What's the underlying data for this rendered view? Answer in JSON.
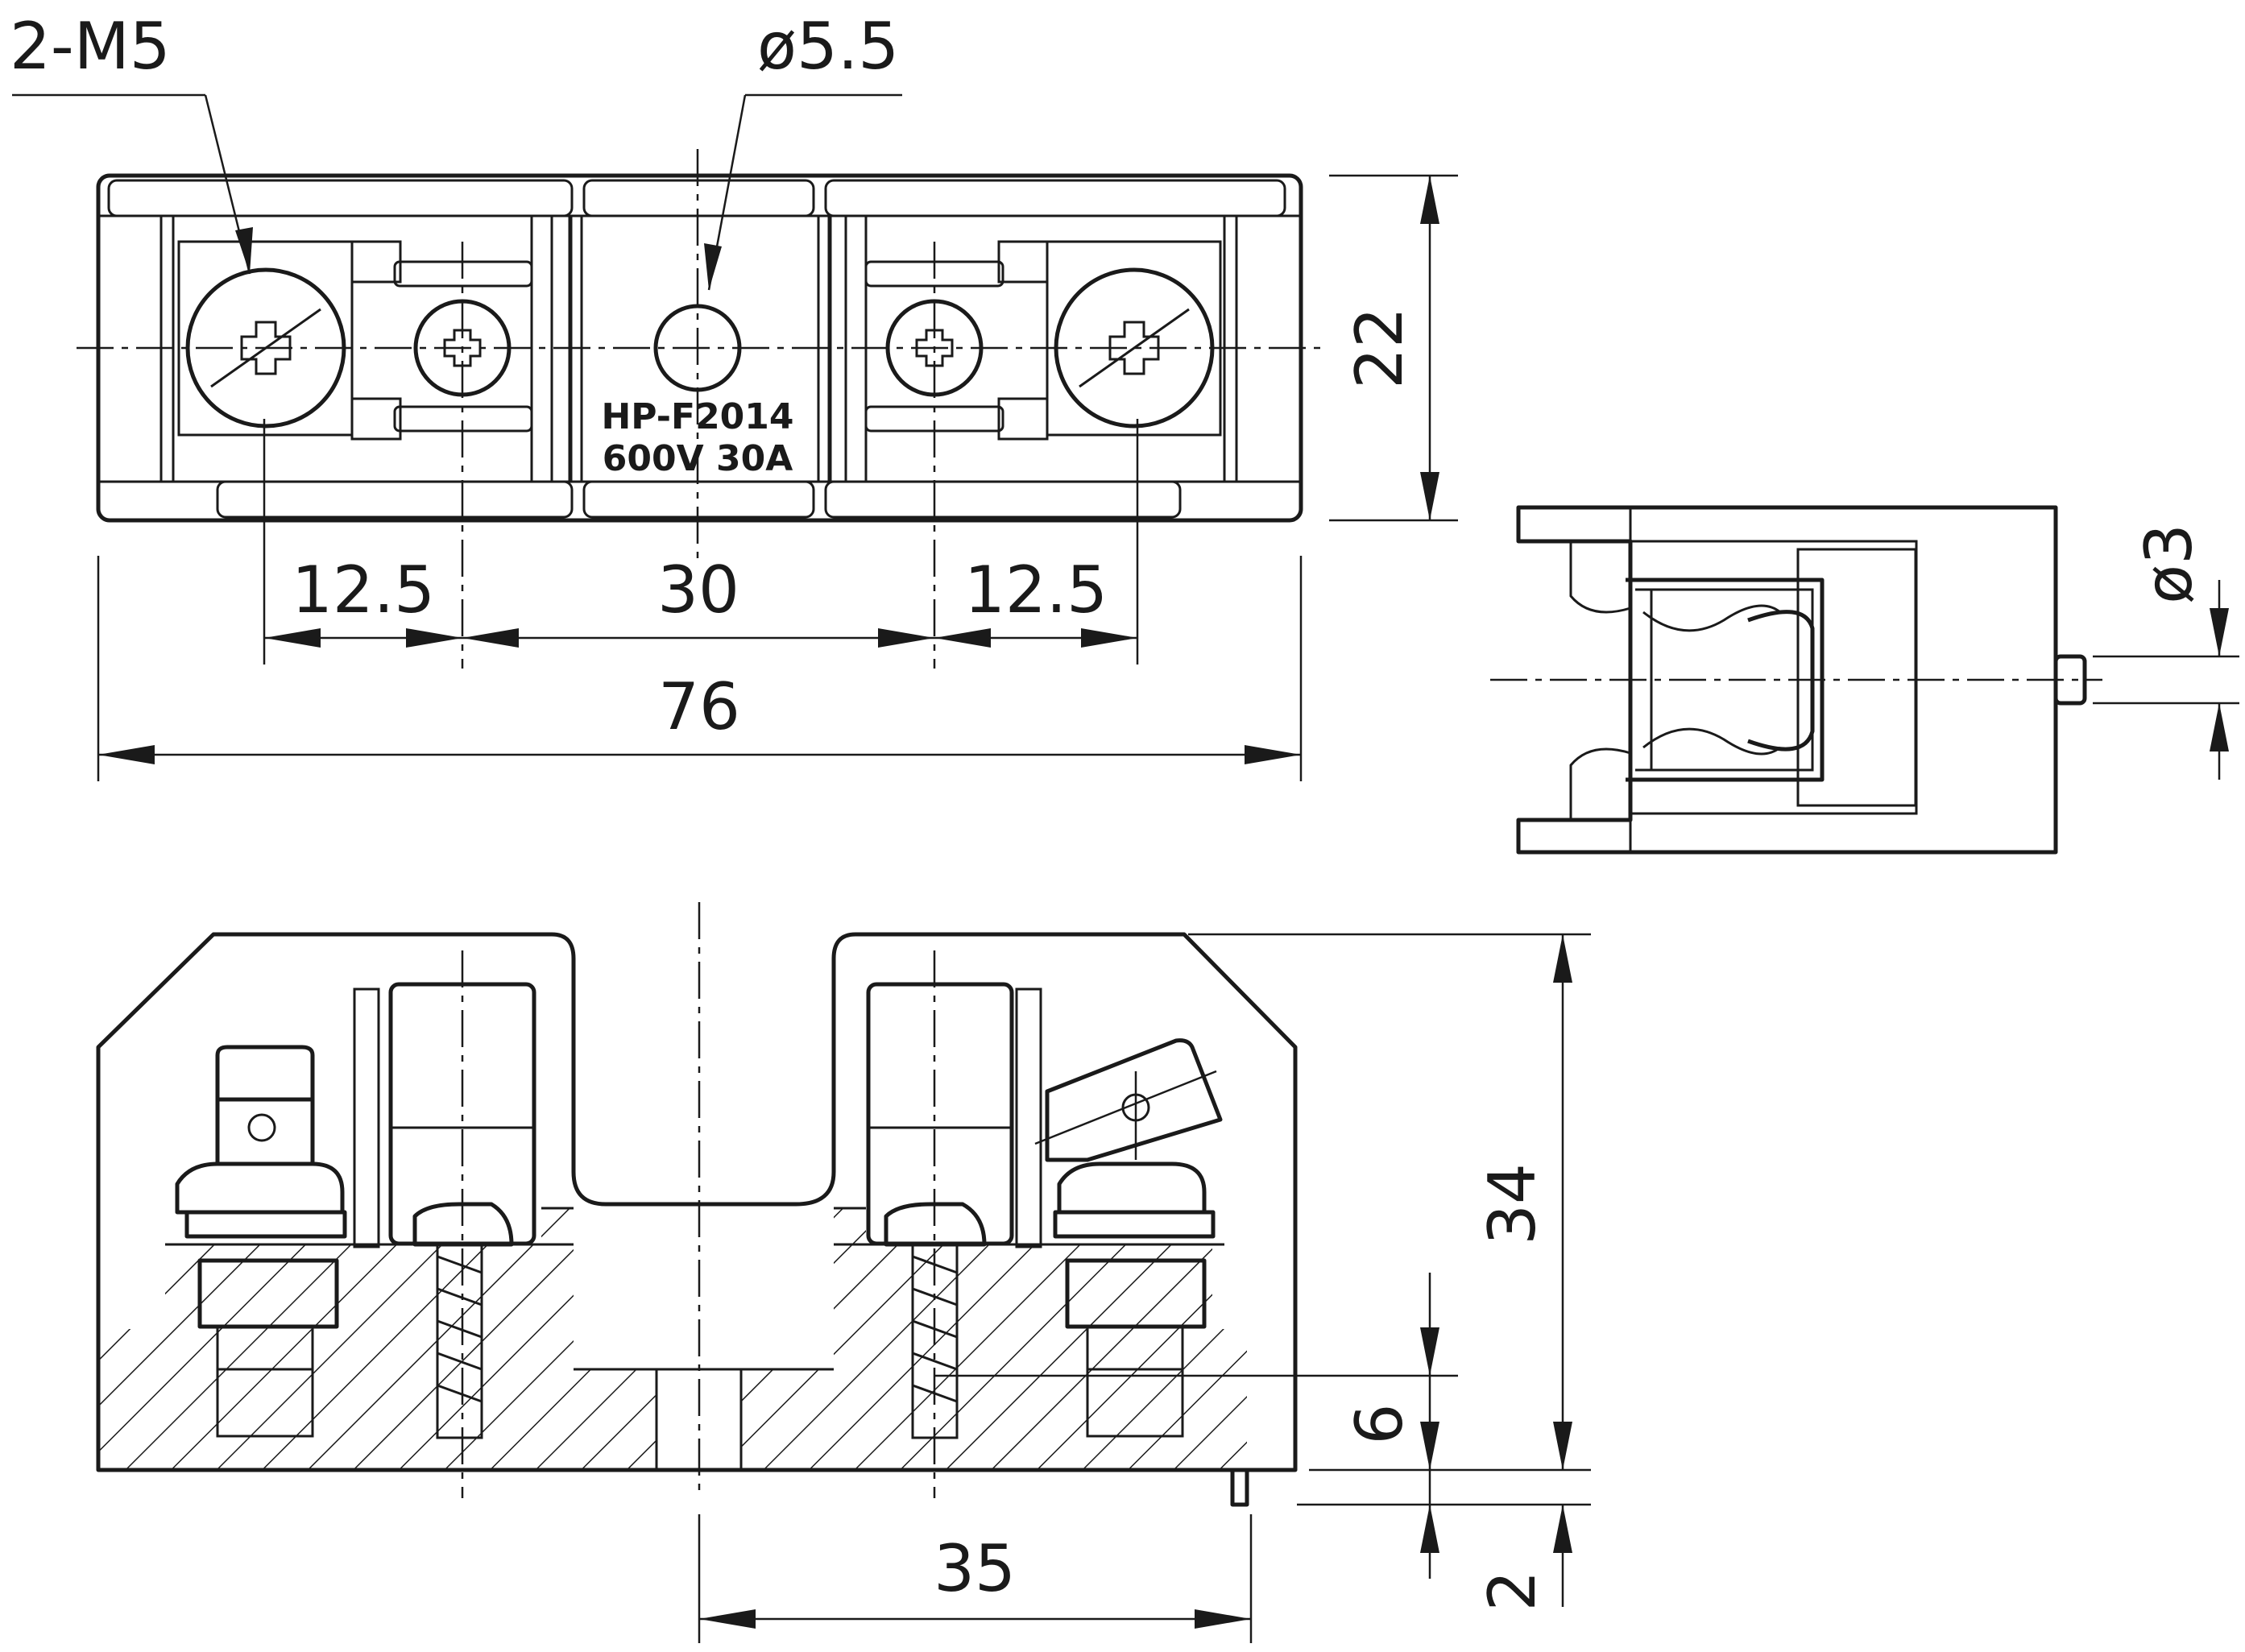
{
  "annotations": {
    "thread_callout": "2-M5",
    "hole_diameter": "ø5.5",
    "pin_diameter": "ø3"
  },
  "marking": {
    "model": "HP-F2014",
    "rating": "600V 30A"
  },
  "dimensions": {
    "top_height": "22",
    "left_pitch": "12.5",
    "center_pitch": "30",
    "right_pitch": "12.5",
    "overall_length": "76",
    "overall_height": "34",
    "base_thickness": "6",
    "step_height": "2",
    "mount_spacing": "35"
  }
}
